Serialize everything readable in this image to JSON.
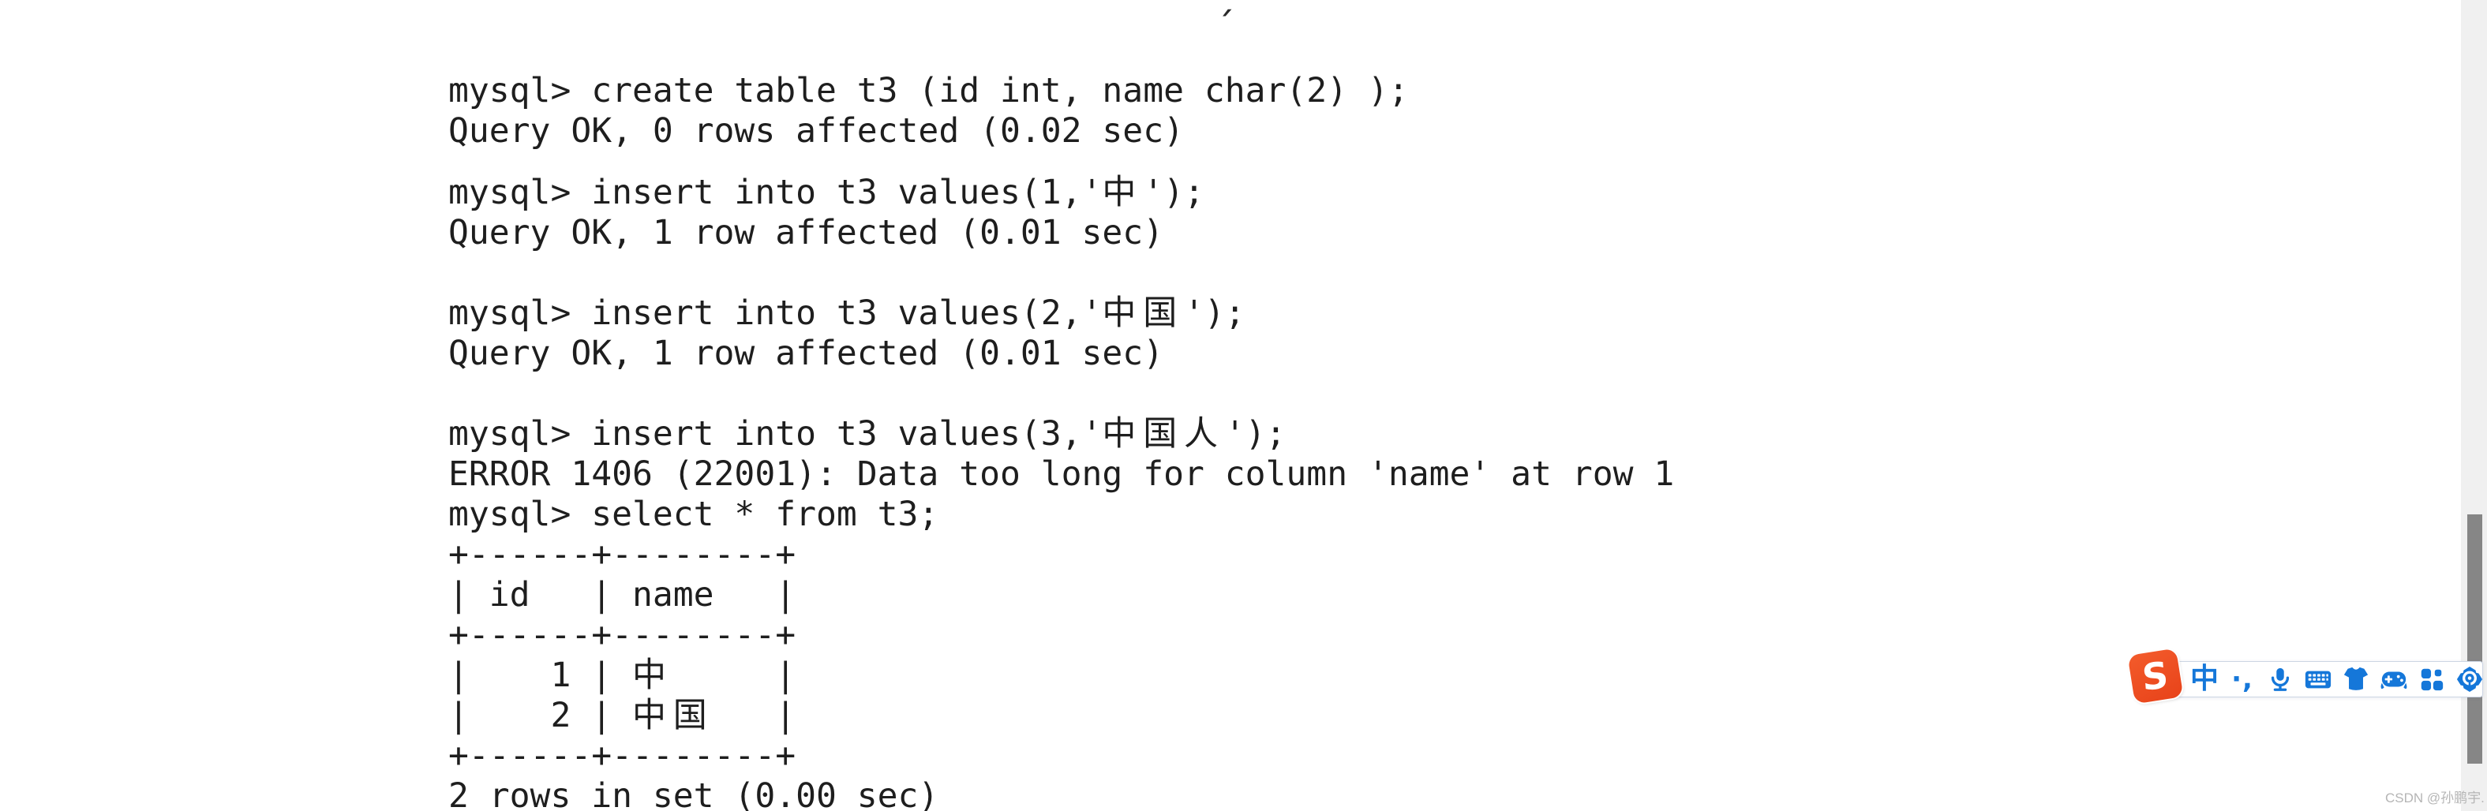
{
  "colors": {
    "text": "#1e1e1e",
    "accent_blue": "#1577d9",
    "logo_orange": "#f35b2b",
    "logo_orange_dark": "#e8431a",
    "scrollbar_track": "#f0f0f0",
    "scrollbar_thumb": "#868686",
    "panel_border": "#ccd5e3",
    "watermark_gray": "#b5b5b5"
  },
  "terminal": {
    "prompt": "mysql>",
    "block1": [
      "mysql> create table t3 (id int, name char(2) );",
      "Query OK, 0 rows affected (0.02 sec)"
    ],
    "block2": [
      "mysql> insert into t3 values(1,'中');",
      "Query OK, 1 row affected (0.01 sec)",
      "",
      "mysql> insert into t3 values(2,'中国');",
      "Query OK, 1 row affected (0.01 sec)",
      "",
      "mysql> insert into t3 values(3,'中国人');",
      "ERROR 1406 (22001): Data too long for column 'name' at row 1",
      "mysql> select * from t3;",
      "+------+--------+",
      "| id   | name   |",
      "+------+--------+",
      "|    1 | 中     |",
      "|    2 | 中国   |",
      "+------+--------+",
      "2 rows in set (0.00 sec)"
    ],
    "result_table": {
      "columns": [
        "id",
        "name"
      ],
      "rows": [
        [
          "1",
          "中"
        ],
        [
          "2",
          "中国"
        ]
      ],
      "summary": "2 rows in set (0.00 sec)"
    },
    "error_message": "ERROR 1406 (22001): Data too long for column 'name' at row 1",
    "stray_mark": "´"
  },
  "ime_toolbar": {
    "logo_letter": "S",
    "mode_label": "中",
    "punct_label": "·,",
    "icons": [
      "sogou-logo",
      "chinese-mode",
      "punctuation-mode",
      "voice-input",
      "virtual-keyboard",
      "skins",
      "game-center",
      "toolbox-grid",
      "smart-assistant"
    ]
  },
  "watermark": {
    "text": "CSDN @孙鹏宇."
  }
}
